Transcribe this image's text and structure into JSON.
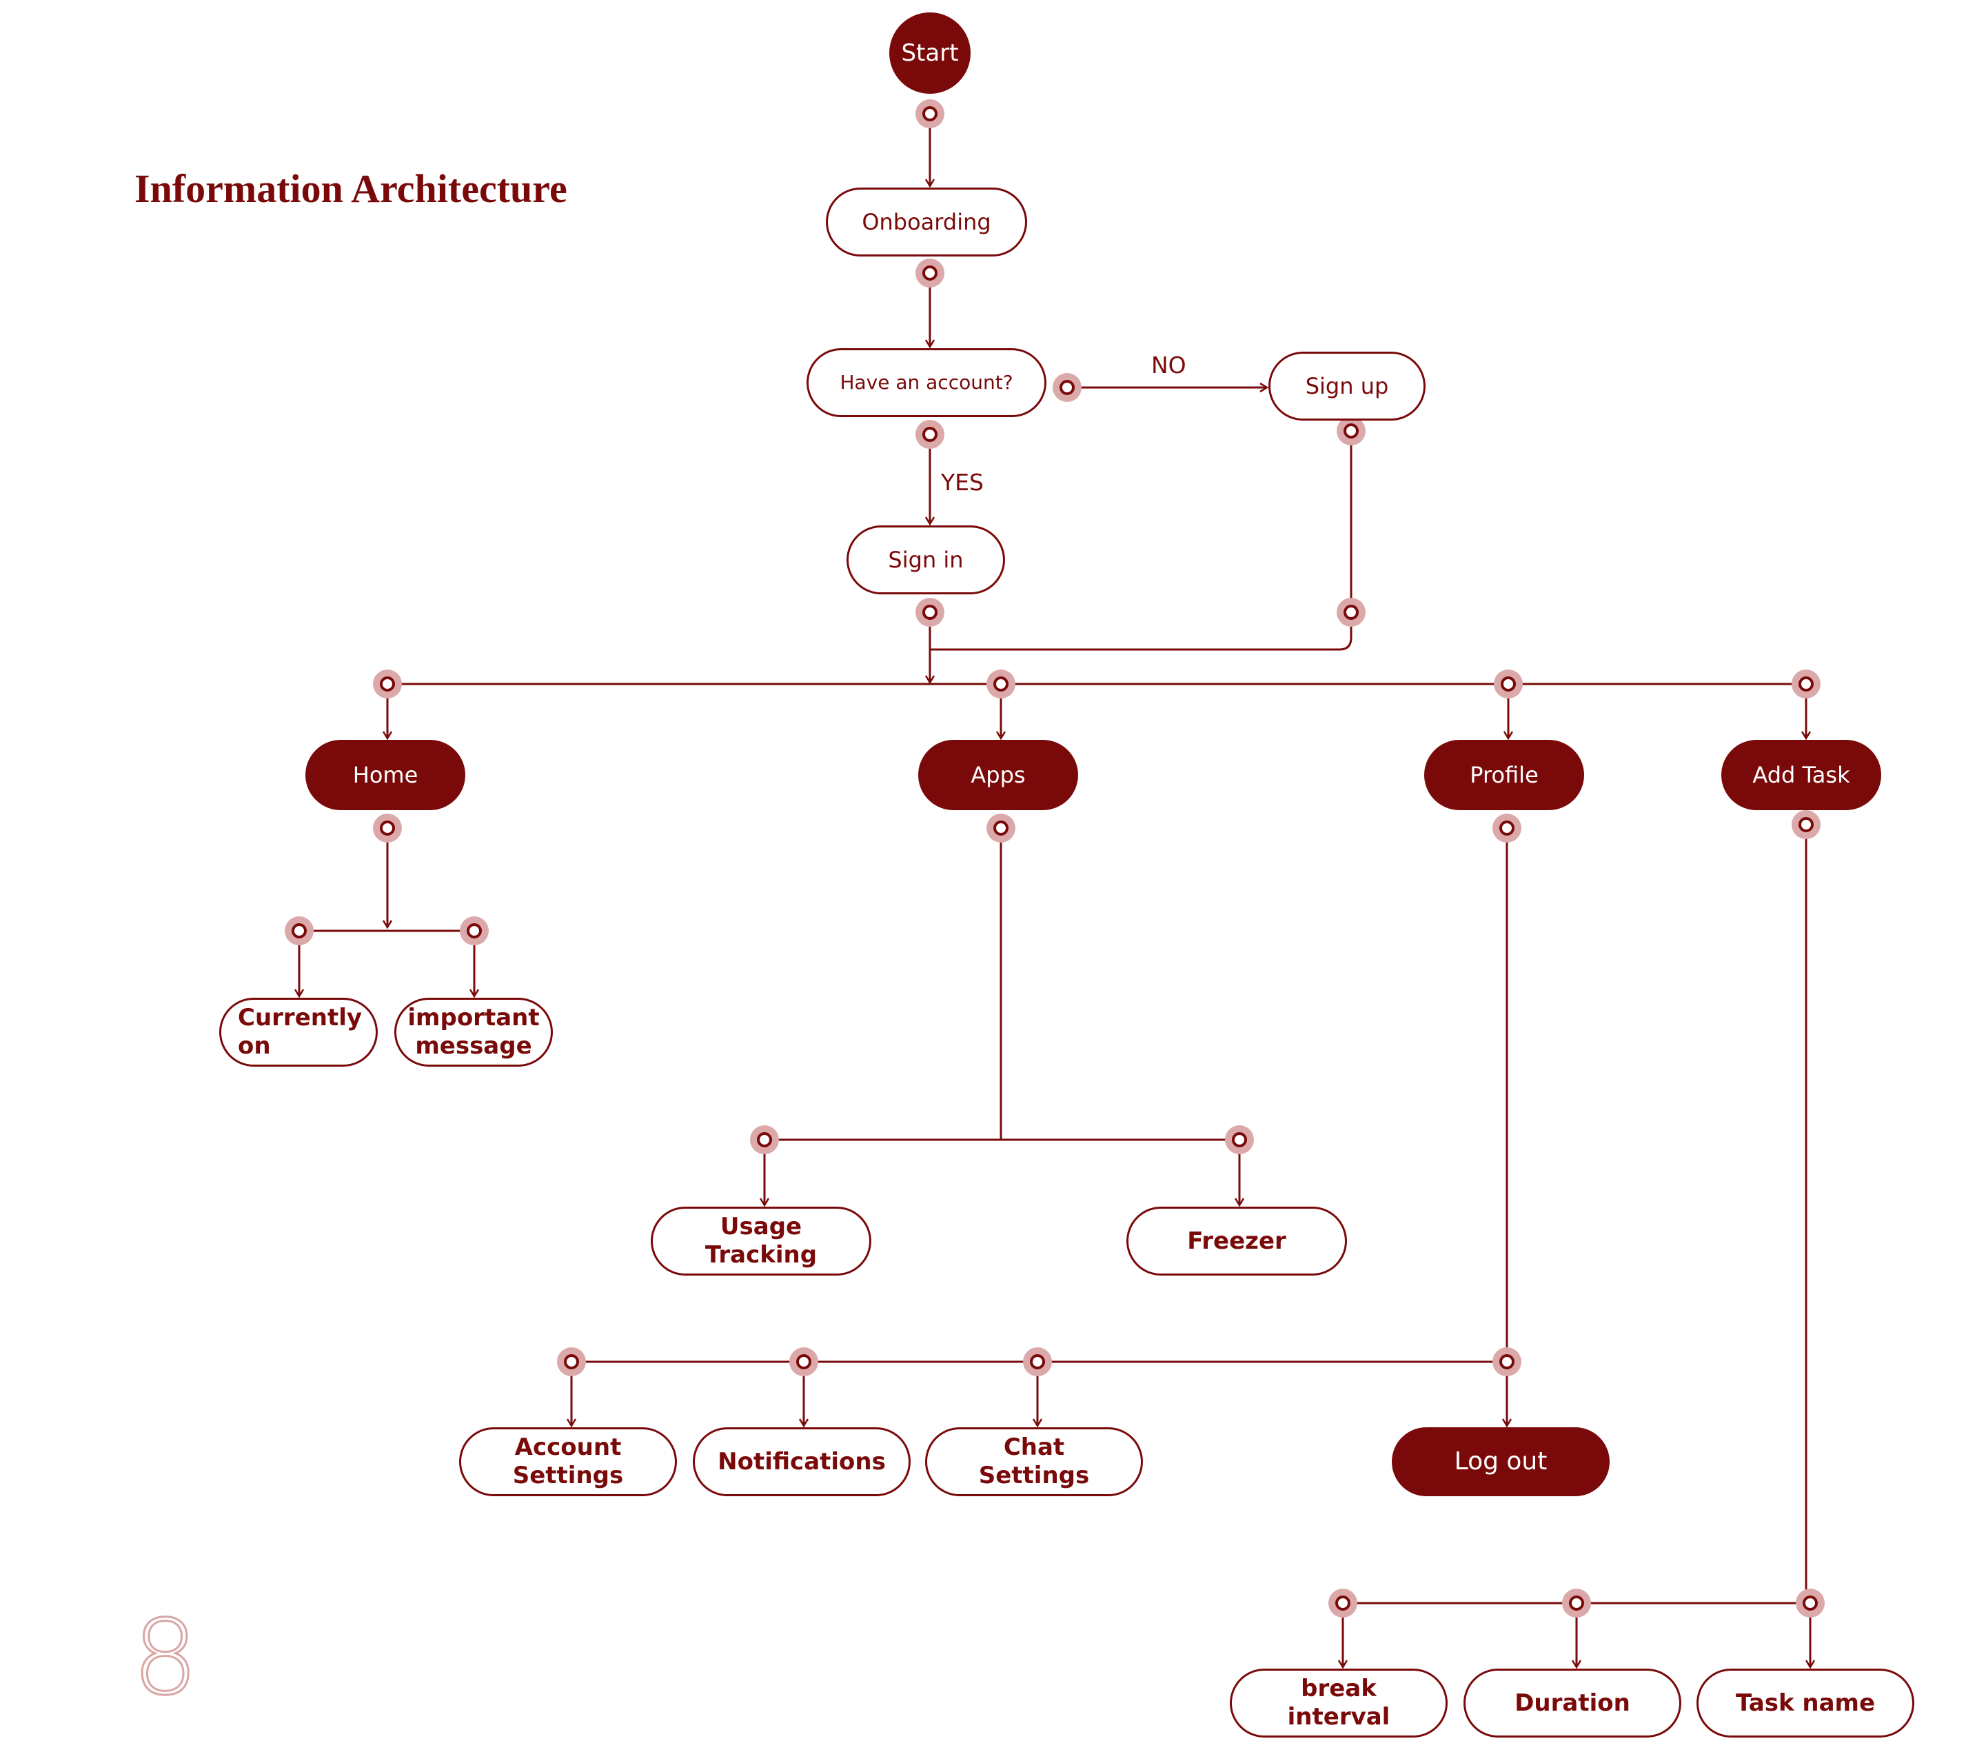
{
  "title": "Information Architecture",
  "page_number": "8",
  "colors": {
    "primary": "#7a0a0a",
    "connector_halo": "#dba9a9",
    "background": "#ffffff"
  },
  "edge_labels": {
    "no": "NO",
    "yes": "YES"
  },
  "nodes": {
    "start": "Start",
    "onboarding": "Onboarding",
    "have_account": "Have an account?",
    "sign_up": "Sign up",
    "sign_in": "Sign in",
    "home": "Home",
    "apps": "Apps",
    "profile": "Profile",
    "add_task": "Add Task",
    "currently_on": "Currently on",
    "important_message": "important message",
    "usage_tracking": "Usage Tracking",
    "freezer": "Freezer",
    "account_settings": "Account Settings",
    "notifications": "Notifications",
    "chat_settings": "Chat Settings",
    "log_out": "Log out",
    "break_interval": "break interval",
    "duration": "Duration",
    "task_name": "Task name"
  }
}
